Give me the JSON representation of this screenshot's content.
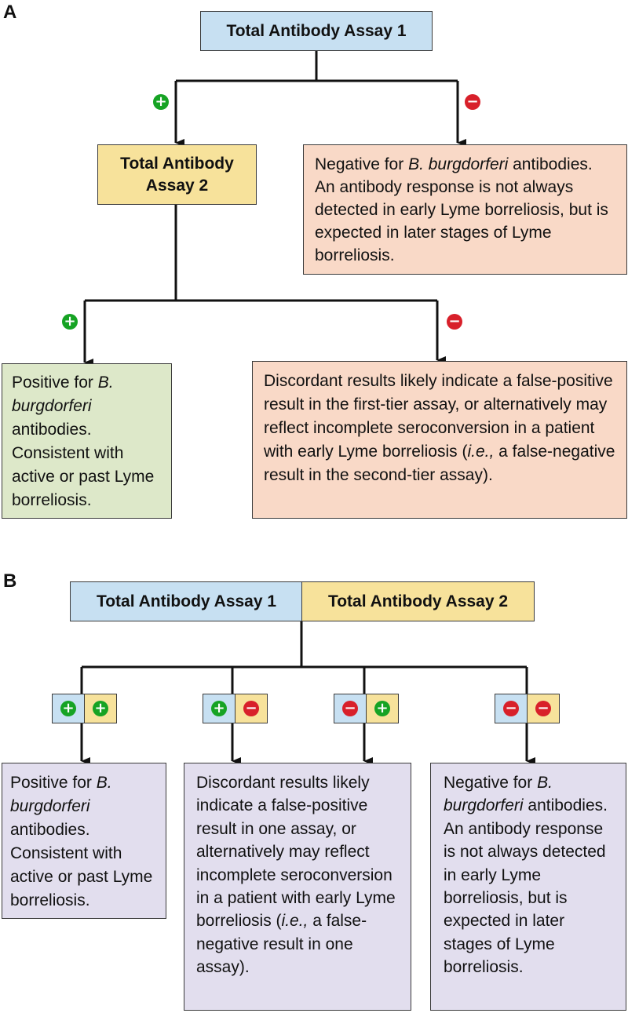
{
  "panel_a": {
    "letter": "A",
    "assay1": "Total Antibody Assay 1",
    "assay2_line1": "Total Antibody",
    "assay2_line2": "Assay 2",
    "neg1": {
      "lead": "Negative for ",
      "italic": "B. burgdorferi",
      "rest": " antibodies. An antibody response is not always detected in early Lyme borreliosis, but is expected in later stages of Lyme borreliosis."
    },
    "pos": {
      "lead": "Positive for ",
      "italic": "B. burgdorferi",
      "rest": " antibodies. Consistent with active or past Lyme borreliosis."
    },
    "discordant": {
      "lead": "Discordant results likely indicate a false-positive result in the first-tier assay, or alternatively may reflect incomplete seroconversion in a patient with early Lyme borreliosis (",
      "italic": "i.e.,",
      "rest": " a false-negative result in the second-tier assay)."
    }
  },
  "panel_b": {
    "letter": "B",
    "assay1": "Total Antibody Assay 1",
    "assay2": "Total Antibody Assay 2",
    "pos": {
      "lead": "Positive for ",
      "italic": "B. burgdorferi",
      "rest": " antibodies. Consistent with active or past Lyme borreliosis."
    },
    "discordant": {
      "lead": "Discordant results likely indicate a false-positive result in one assay, or alternatively may reflect incomplete seroconversion in a patient with early Lyme borreliosis (",
      "italic": "i.e.,",
      "rest": " a false-negative result in one assay)."
    },
    "neg": {
      "lead": "Negative for ",
      "italic": "B. burgdorferi",
      "rest": " antibodies. An antibody response is not always detected in early Lyme borreliosis, but is expected in later stages of Lyme borreliosis."
    }
  },
  "signs": {
    "positive": "+",
    "negative": "−"
  },
  "colors": {
    "assay1_fill": "#c7e0f2",
    "assay2_fill": "#f7e29b",
    "negative_fill": "#f9d9c7",
    "positive_fill": "#dde8c9",
    "panel_b_result_fill": "#e2deee",
    "positive_sign": "#16a324",
    "negative_sign": "#d8202a"
  }
}
